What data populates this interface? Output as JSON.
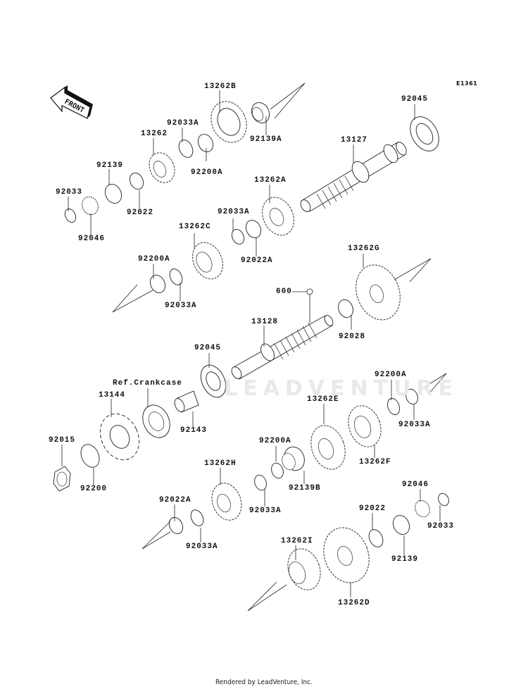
{
  "diagram": {
    "code": "E1361",
    "front_arrow_label": "FRONT",
    "watermark": "LEADVENTURE",
    "footer": "Rendered by LeadVenture, Inc."
  },
  "labels": [
    {
      "id": "l-13262B",
      "text": "13262B"
    },
    {
      "id": "l-92139A",
      "text": "92139A"
    },
    {
      "id": "l-92033A-1",
      "text": "92033A"
    },
    {
      "id": "l-13262",
      "text": "13262"
    },
    {
      "id": "l-92200A-1",
      "text": "92200A"
    },
    {
      "id": "l-92139-1",
      "text": "92139"
    },
    {
      "id": "l-92022-1",
      "text": "92022"
    },
    {
      "id": "l-92033-1",
      "text": "92033"
    },
    {
      "id": "l-92046-1",
      "text": "92046"
    },
    {
      "id": "l-92045-1",
      "text": "92045"
    },
    {
      "id": "l-13127",
      "text": "13127"
    },
    {
      "id": "l-13262A",
      "text": "13262A"
    },
    {
      "id": "l-92033A-2",
      "text": "92033A"
    },
    {
      "id": "l-13262C",
      "text": "13262C"
    },
    {
      "id": "l-92022A-1",
      "text": "92022A"
    },
    {
      "id": "l-92200A-2",
      "text": "92200A"
    },
    {
      "id": "l-92033A-3",
      "text": "92033A"
    },
    {
      "id": "l-13262G",
      "text": "13262G"
    },
    {
      "id": "l-600",
      "text": "600"
    },
    {
      "id": "l-13128",
      "text": "13128"
    },
    {
      "id": "l-92028",
      "text": "92028"
    },
    {
      "id": "l-92045-2",
      "text": "92045"
    },
    {
      "id": "l-ref-crankcase",
      "text": "Ref.Crankcase"
    },
    {
      "id": "l-13144",
      "text": "13144"
    },
    {
      "id": "l-92143",
      "text": "92143"
    },
    {
      "id": "l-92200A-3",
      "text": "92200A"
    },
    {
      "id": "l-92033A-4",
      "text": "92033A"
    },
    {
      "id": "l-13262E",
      "text": "13262E"
    },
    {
      "id": "l-13262F",
      "text": "13262F"
    },
    {
      "id": "l-92015",
      "text": "92015"
    },
    {
      "id": "l-92200",
      "text": "92200"
    },
    {
      "id": "l-92200A-4",
      "text": "92200A"
    },
    {
      "id": "l-92139B",
      "text": "92139B"
    },
    {
      "id": "l-13262H",
      "text": "13262H"
    },
    {
      "id": "l-92033A-5",
      "text": "92033A"
    },
    {
      "id": "l-92046-2",
      "text": "92046"
    },
    {
      "id": "l-92022-2",
      "text": "92022"
    },
    {
      "id": "l-92033-2",
      "text": "92033"
    },
    {
      "id": "l-92022A-2",
      "text": "92022A"
    },
    {
      "id": "l-92033A-6",
      "text": "92033A"
    },
    {
      "id": "l-92139-2",
      "text": "92139"
    },
    {
      "id": "l-13262I",
      "text": "13262I"
    },
    {
      "id": "l-13262D",
      "text": "13262D"
    }
  ]
}
